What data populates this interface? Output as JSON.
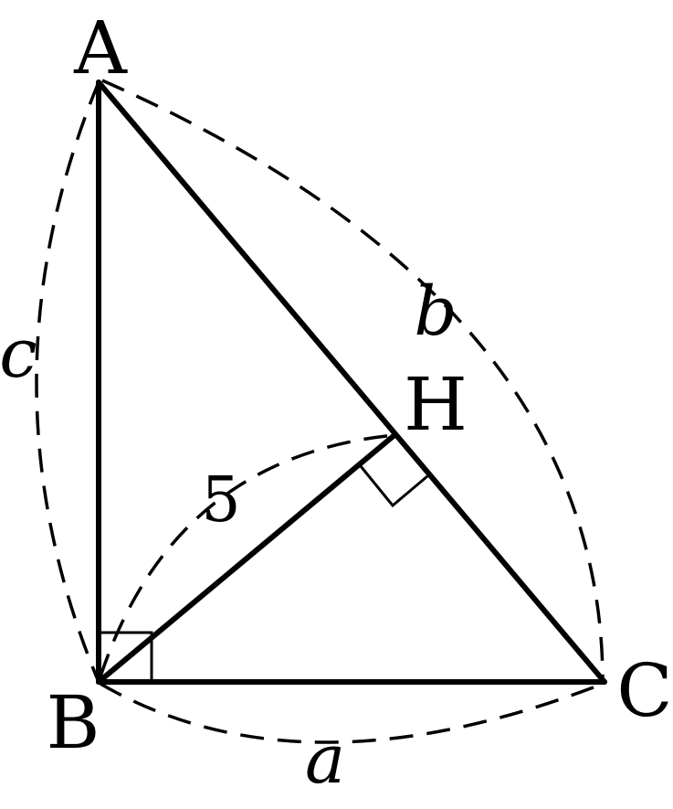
{
  "vertices": {
    "a": "A",
    "b": "B",
    "c": "C",
    "h": "H"
  },
  "sides": {
    "a": "a",
    "b": "b",
    "c": "c"
  },
  "altitude": "5",
  "colors": {
    "stroke": "#000000",
    "background": "#ffffff"
  }
}
